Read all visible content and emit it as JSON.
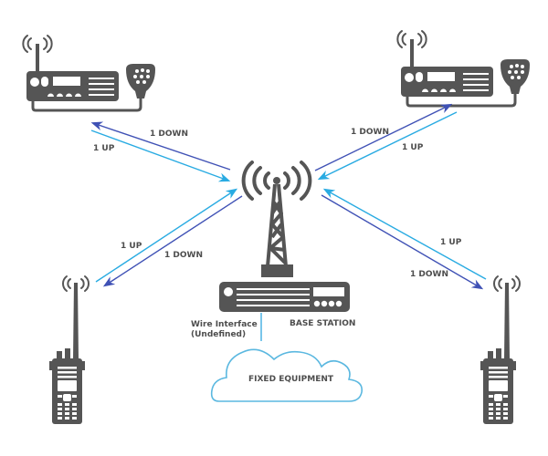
{
  "colors": {
    "device": "#555555",
    "up_arrow": "#29abe2",
    "down_arrow": "#3f51b5",
    "cloud": "#5bb8e0",
    "wire": "#4cb3e3",
    "label": "#4d4d4d"
  },
  "nodes": {
    "mobile_top_left": {
      "type": "mobile-radio"
    },
    "mobile_top_right": {
      "type": "mobile-radio"
    },
    "portable_bottom_left": {
      "type": "portable-radio"
    },
    "portable_bottom_right": {
      "type": "portable-radio"
    },
    "tower": {
      "type": "antenna-tower"
    },
    "base_station": {
      "type": "base-station",
      "label": "BASE STATION"
    },
    "fixed_equipment": {
      "type": "cloud",
      "label": "FIXED EQUIPMENT"
    },
    "wire_interface": {
      "label_line1": "Wire Interface",
      "label_line2": "(Undefined)"
    }
  },
  "links": [
    {
      "id": "top-left",
      "up_label": "1 UP",
      "down_label": "1 DOWN"
    },
    {
      "id": "top-right",
      "up_label": "1 UP",
      "down_label": "1 DOWN"
    },
    {
      "id": "bottom-left",
      "up_label": "1 UP",
      "down_label": "1 DOWN"
    },
    {
      "id": "bottom-right",
      "up_label": "1 UP",
      "down_label": "1 DOWN"
    }
  ]
}
